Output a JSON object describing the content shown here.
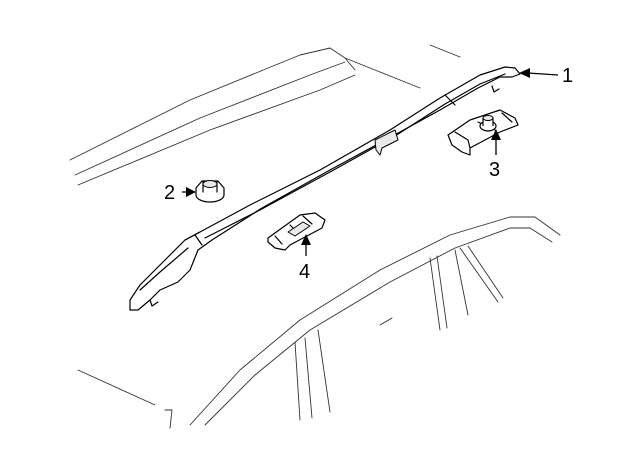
{
  "diagram": {
    "callouts": [
      {
        "number": "1",
        "part": "roof-rail"
      },
      {
        "number": "2",
        "part": "nut"
      },
      {
        "number": "3",
        "part": "rear-bracket"
      },
      {
        "number": "4",
        "part": "front-bracket"
      }
    ]
  }
}
